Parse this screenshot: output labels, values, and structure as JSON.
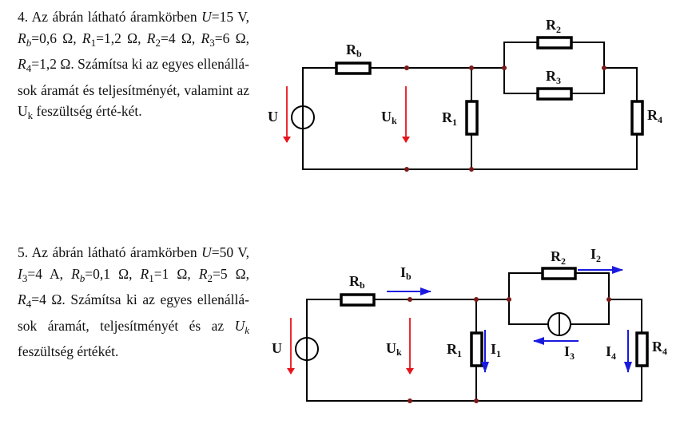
{
  "problem4": {
    "number": "4.",
    "intro": "Az ábrán látható áramkörben",
    "params": [
      {
        "sym": "U",
        "sub": "",
        "val": "=15 V,"
      },
      {
        "sym": "R",
        "sub": "b",
        "val": "=0,6 Ω,"
      },
      {
        "sym": "R",
        "sub": "1",
        "val": "=1,2 Ω,"
      },
      {
        "sym": "R",
        "sub": "2",
        "val": "=4 Ω,"
      },
      {
        "sym": "R",
        "sub": "3",
        "val": "=6 Ω,"
      },
      {
        "sym": "R",
        "sub": "4",
        "val": "=1,2 Ω."
      }
    ],
    "task_a": "Számítsa ki az egyes ellenállá-sok áramát és teljesítményét, valamint az",
    "uk_sym": "U",
    "uk_sub": "k",
    "task_b": "feszültség érté-két.",
    "circuit": {
      "labels": {
        "U": "U",
        "Uk": "U",
        "Uk_sub": "k",
        "Rb": "R",
        "Rb_sub": "b",
        "R1": "R",
        "R1_sub": "1",
        "R2": "R",
        "R2_sub": "2",
        "R3": "R",
        "R3_sub": "3",
        "R4": "R",
        "R4_sub": "4"
      }
    }
  },
  "problem5": {
    "number": "5.",
    "intro": "Az ábrán látható áramkörben",
    "params": [
      {
        "sym": "U",
        "sub": "",
        "val": "=50 V,"
      },
      {
        "sym": "I",
        "sub": "3",
        "val": "=4 A,"
      },
      {
        "sym": "R",
        "sub": "b",
        "val": "=0,1 Ω,"
      },
      {
        "sym": "R",
        "sub": "1",
        "val": "=1 Ω,"
      },
      {
        "sym": "R",
        "sub": "2",
        "val": "=5 Ω,"
      },
      {
        "sym": "R",
        "sub": "4",
        "val": "=4 Ω."
      }
    ],
    "task_a": "Számítsa ki az egyes ellenállá-sok áramát, teljesítményét és az",
    "uk_sym": "U",
    "uk_sub": "k",
    "task_b": "feszültség értékét.",
    "circuit": {
      "labels": {
        "U": "U",
        "Uk": "U",
        "Uk_sub": "k",
        "Rb": "R",
        "Rb_sub": "b",
        "R1": "R",
        "R1_sub": "1",
        "R2": "R",
        "R2_sub": "2",
        "R4": "R",
        "R4_sub": "4",
        "Ib": "I",
        "Ib_sub": "b",
        "I1": "I",
        "I1_sub": "1",
        "I2": "I",
        "I2_sub": "2",
        "I3": "I",
        "I3_sub": "3",
        "I4": "I",
        "I4_sub": "4"
      }
    }
  },
  "colors": {
    "voltage_arrow": "#e8141c",
    "current_arrow": "#1a1adf",
    "wire": "#000000",
    "node": "#7a1a1a"
  }
}
